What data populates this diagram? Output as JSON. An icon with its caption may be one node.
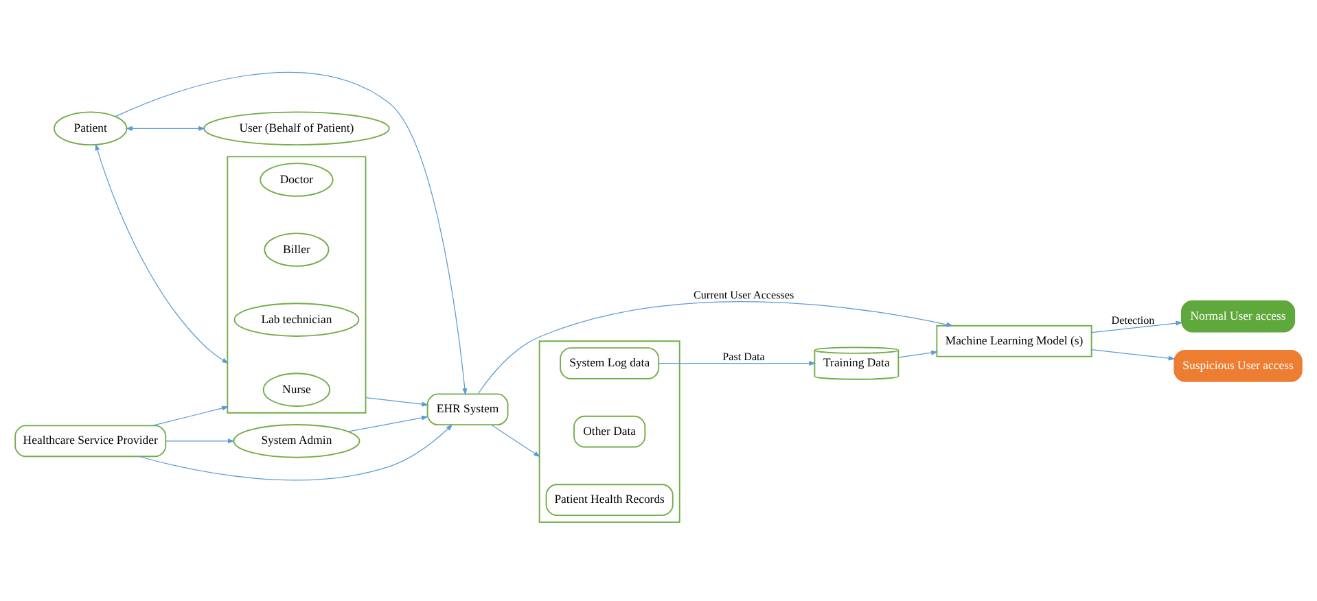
{
  "diagram": {
    "nodes": [
      {
        "text": [],
        "shape": "box"
      },
      {
        "text": [
          "Nurse"
        ],
        "in": 0
      },
      {
        "text": [
          "Lab technician"
        ],
        "in": 0
      },
      {
        "text": [
          "Biller"
        ],
        "in": 0
      },
      {
        "text": [
          "Doctor"
        ],
        "in": 0
      },
      {
        "text": [
          "Patient"
        ]
      },
      {
        "text": [
          "User (Behalf of Patient)"
        ]
      },
      {
        "text": [
          "System Admin"
        ]
      },
      {
        "text": [
          "Healthcare Service Provider"
        ]
      },
      {
        "text": [
          "EHR System"
        ]
      },
      {
        "text": [],
        "shape": "box"
      },
      {
        "text": [
          "Patient Health Records"
        ],
        "in": 10
      },
      {
        "text": [
          "Other Data"
        ],
        "in": 10
      },
      {
        "text": [
          "System Log data"
        ],
        "in": 10
      },
      {
        "text": [
          "Training Data"
        ]
      },
      {
        "text": [
          "Machine Learning Model (s)"
        ]
      },
      {
        "text": [
          "Normal User access"
        ]
      },
      {
        "text": [
          "Suspicious User access"
        ]
      }
    ],
    "edges": [
      {
        "from": 0,
        "to": 9,
        "arrow": "to"
      },
      {
        "from": 5,
        "to": 0,
        "arrow": "both"
      },
      {
        "from": 5,
        "to": 9,
        "arrow": "to"
      },
      {
        "from": 5,
        "to": 6,
        "arrow": "both"
      },
      {
        "from": 7,
        "to": 9,
        "arrow": "to"
      },
      {
        "from": 8,
        "to": 7,
        "arrow": "to"
      },
      {
        "from": 8,
        "to": 0,
        "arrow": "to"
      },
      {
        "from": 8,
        "to": 9,
        "arrow": "to"
      },
      {
        "from": 9,
        "to": 10,
        "arrow": "to"
      },
      {
        "from": 9,
        "to": 15,
        "arrow": "to",
        "label": "Current User Accesses"
      },
      {
        "from": 13,
        "to": 14,
        "arrow": "to",
        "label": "Past Data"
      },
      {
        "from": 14,
        "to": 15,
        "arrow": "to"
      },
      {
        "from": 15,
        "to": 16,
        "arrow": "to",
        "label": "Detection"
      },
      {
        "from": 15,
        "to": 17,
        "arrow": "to"
      }
    ]
  }
}
